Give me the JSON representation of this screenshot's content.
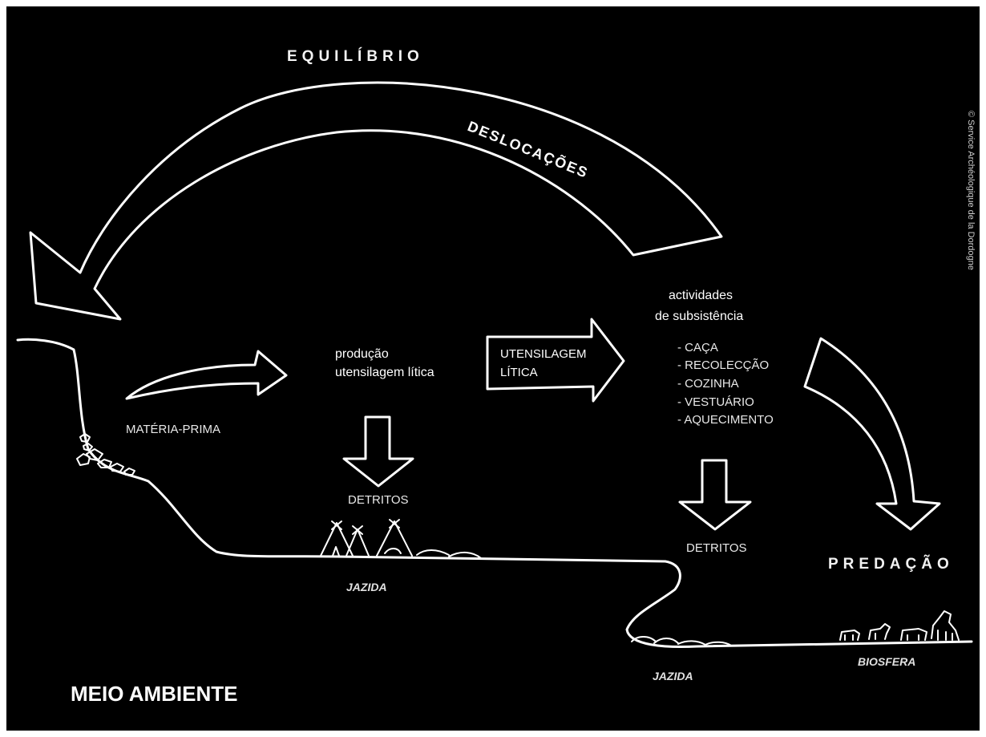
{
  "colors": {
    "background": "#000000",
    "lines": "#ffffff",
    "frame": "#ffffff"
  },
  "labels": {
    "equilibrio": "EQUILÍBRIO",
    "deslocacoes": "DESLOCAÇÕES",
    "credit": "© Service Archéologique de la Dordogne",
    "producao_line1": "produção",
    "producao_line2": "utensilagem lítica",
    "utensilagem_line1": "UTENSILAGEM",
    "utensilagem_line2": "LÍTICA",
    "actividades_line1": "actividades",
    "actividades_line2": "de subsistência",
    "activities": [
      "- CAÇA",
      "- RECOLECÇÃO",
      "- COZINHA",
      "- VESTUÁRIO",
      "- AQUECIMENTO"
    ],
    "materia_prima": "MATÉRIA-PRIMA",
    "detritos_left": "DETRITOS",
    "detritos_right": "DETRITOS",
    "predacao": "PREDAÇÃO",
    "jazida_left": "JAZIDA",
    "jazida_right": "JAZIDA",
    "biosfera": "BIOSFERA",
    "meio_ambiente": "MEIO AMBIENTE"
  },
  "icons": [
    "curved-equilibrium-arrow-icon",
    "curved-raw-material-arrow-icon",
    "down-arrow-icon",
    "right-arrow-icon",
    "curved-predation-arrow-icon",
    "tent-icon",
    "animal-icon",
    "rock-pile-icon",
    "terrain-line-icon"
  ]
}
